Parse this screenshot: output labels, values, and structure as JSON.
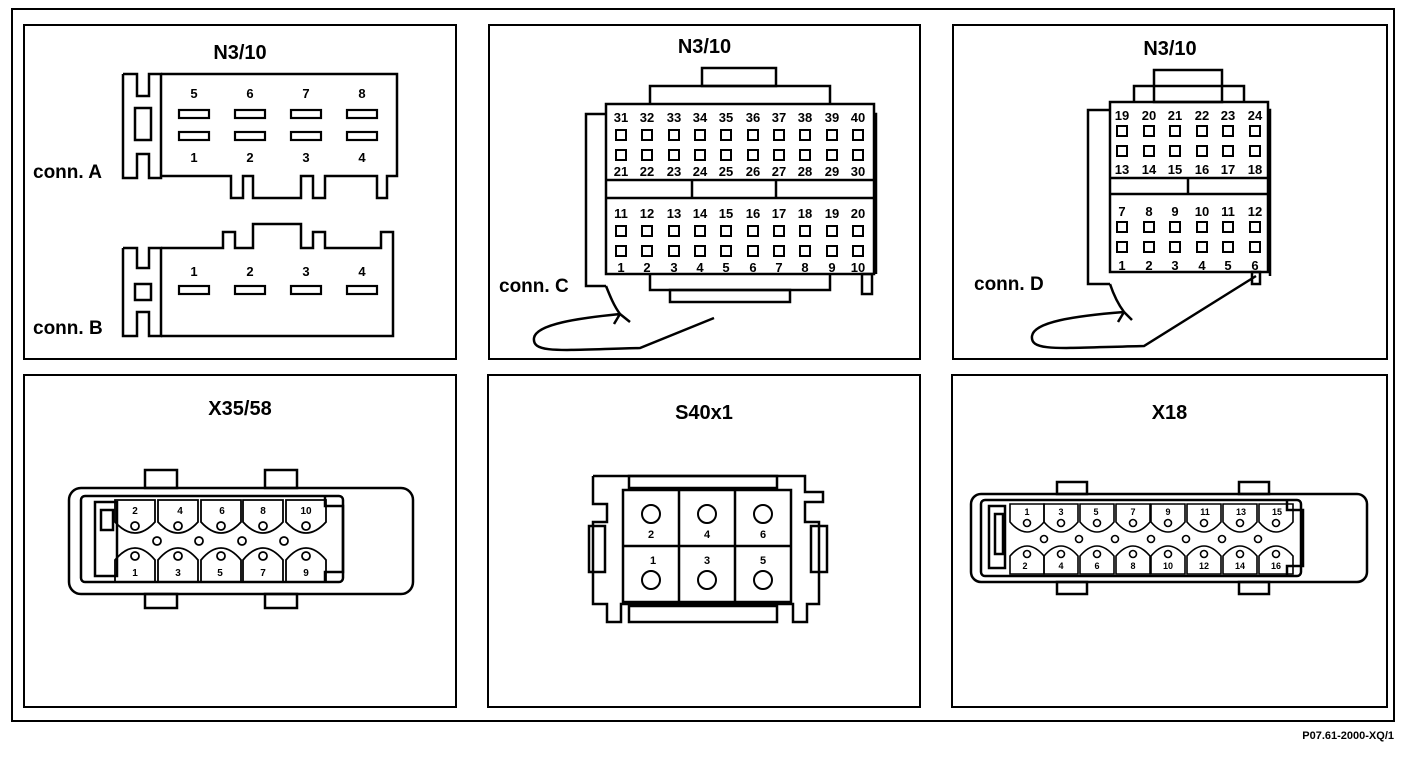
{
  "panels": {
    "n310_ab": {
      "title": "N3/10",
      "conn_a": "conn. A",
      "conn_b": "conn. B"
    },
    "n310_c": {
      "title": "N3/10",
      "conn_label": "conn. C"
    },
    "n310_d": {
      "title": "N3/10",
      "conn_label": "conn. D"
    },
    "x3558": {
      "title": "X35/58"
    },
    "s40x1": {
      "title": "S40x1"
    },
    "x18": {
      "title": "X18"
    }
  },
  "reference": "P07.61-2000-XQ/1",
  "pins": {
    "conn_a_top": [
      "5",
      "6",
      "7",
      "8"
    ],
    "conn_a_bottom": [
      "1",
      "2",
      "3",
      "4"
    ],
    "conn_b": [
      "1",
      "2",
      "3",
      "4"
    ],
    "conn_c_row1": [
      "31",
      "32",
      "33",
      "34",
      "35",
      "36",
      "37",
      "38",
      "39",
      "40"
    ],
    "conn_c_row2": [
      "21",
      "22",
      "23",
      "24",
      "25",
      "26",
      "27",
      "28",
      "29",
      "30"
    ],
    "conn_c_row3": [
      "11",
      "12",
      "13",
      "14",
      "15",
      "16",
      "17",
      "18",
      "19",
      "20"
    ],
    "conn_c_row4": [
      "1",
      "2",
      "3",
      "4",
      "5",
      "6",
      "7",
      "8",
      "9",
      "10"
    ],
    "conn_d_row1": [
      "19",
      "20",
      "21",
      "22",
      "23",
      "24"
    ],
    "conn_d_row2": [
      "13",
      "14",
      "15",
      "16",
      "17",
      "18"
    ],
    "conn_d_row3": [
      "7",
      "8",
      "9",
      "10",
      "11",
      "12"
    ],
    "conn_d_row4": [
      "1",
      "2",
      "3",
      "4",
      "5",
      "6"
    ],
    "x3558_top": [
      "2",
      "4",
      "6",
      "8",
      "10"
    ],
    "x3558_bottom": [
      "1",
      "3",
      "5",
      "7",
      "9"
    ],
    "s40x1_top": [
      "2",
      "4",
      "6"
    ],
    "s40x1_bottom": [
      "1",
      "3",
      "5"
    ],
    "x18_top": [
      "1",
      "3",
      "5",
      "7",
      "9",
      "11",
      "13",
      "15"
    ],
    "x18_bottom": [
      "2",
      "4",
      "6",
      "8",
      "10",
      "12",
      "14",
      "16"
    ]
  }
}
